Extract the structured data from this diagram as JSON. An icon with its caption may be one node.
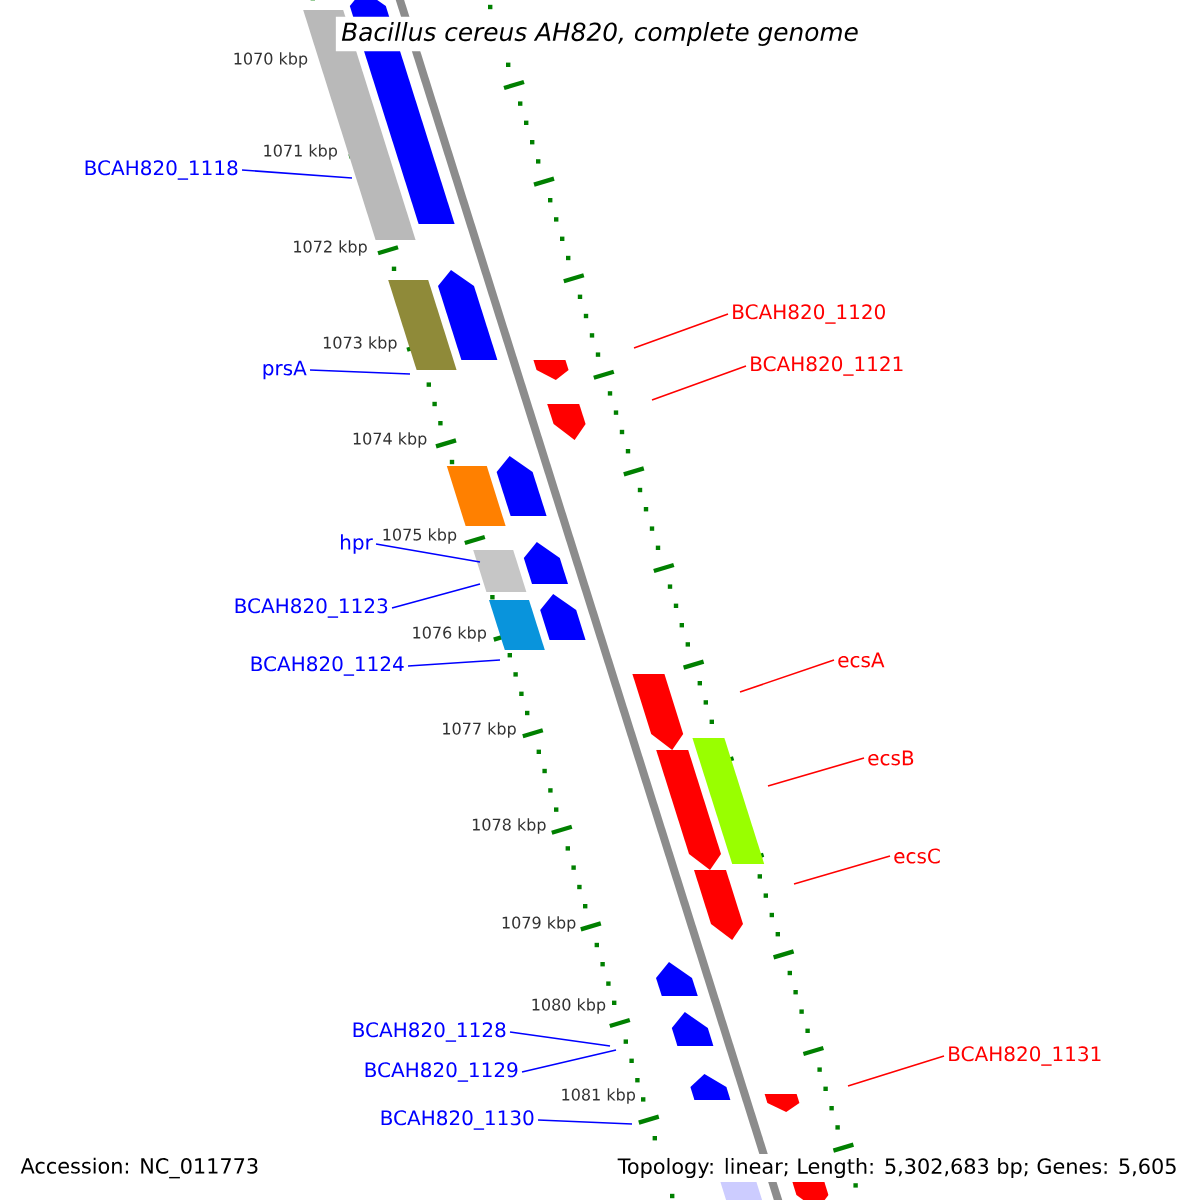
{
  "diagram": {
    "title": "Bacillus cereus AH820, complete genome",
    "nodes": [
      {
        "text": [
          "BCAH820_1118"
        ]
      },
      {
        "text": [
          "BCAH820_1120"
        ]
      },
      {
        "text": [
          "BCAH820_1121"
        ]
      },
      {
        "text": [
          "prsA"
        ]
      },
      {
        "text": [
          "hpr"
        ]
      },
      {
        "text": [
          "BCAH820_1123"
        ]
      },
      {
        "text": [
          "ecsA"
        ]
      },
      {
        "text": [
          "BCAH820_1124"
        ]
      },
      {
        "text": [
          "ecsB"
        ]
      },
      {
        "text": [
          "ecsC"
        ]
      },
      {
        "text": [
          "BCAH820_1128"
        ]
      },
      {
        "text": [
          "BCAH820_1131"
        ]
      },
      {
        "text": [
          "BCAH820_1129"
        ]
      },
      {
        "text": [
          "BCAH820_1130"
        ]
      }
    ],
    "edges": [
      {
        "from": 0,
        "to": null,
        "arrow": "none"
      },
      {
        "from": 1,
        "to": null,
        "arrow": "none",
        "color": "#ff0000"
      },
      {
        "from": 2,
        "to": null,
        "arrow": "none",
        "color": "#ff0000"
      },
      {
        "from": 3,
        "to": null,
        "arrow": "none"
      },
      {
        "from": 4,
        "to": null,
        "arrow": "none"
      },
      {
        "from": 5,
        "to": null,
        "arrow": "none"
      },
      {
        "from": 6,
        "to": null,
        "arrow": "none",
        "color": "#ff0000"
      },
      {
        "from": 7,
        "to": null,
        "arrow": "none"
      },
      {
        "from": 8,
        "to": null,
        "arrow": "none",
        "color": "#ff0000"
      },
      {
        "from": 9,
        "to": null,
        "arrow": "none",
        "color": "#ff0000"
      },
      {
        "from": 10,
        "to": null,
        "arrow": "none"
      },
      {
        "from": 11,
        "to": null,
        "arrow": "none",
        "color": "#ff0000"
      },
      {
        "from": 12,
        "to": null,
        "arrow": "none"
      },
      {
        "from": 13,
        "to": null,
        "arrow": "none"
      }
    ],
    "labels": [
      "1070 kbp",
      "1071 kbp",
      "1072 kbp",
      "1073 kbp",
      "1074 kbp",
      "1075 kbp",
      "1076 kbp",
      "1077 kbp",
      "1078 kbp",
      "1079 kbp",
      "1080 kbp",
      "1081 kbp",
      "Accession: NC_011773",
      "Topology: linear; Length: 5,302,683 bp; Genes: 5,605"
    ]
  }
}
